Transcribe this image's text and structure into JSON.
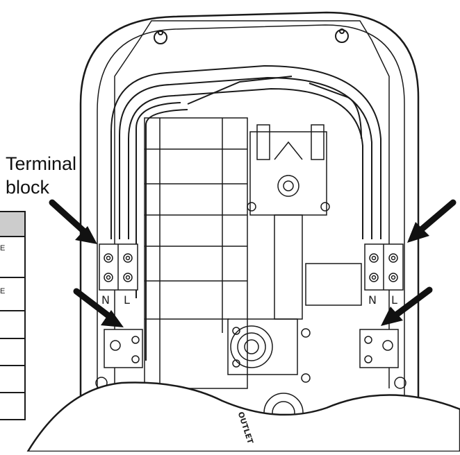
{
  "callout": {
    "text": "Terminal\nblock"
  },
  "unit_labels": {
    "left_n": "N",
    "left_l": "L",
    "right_n": "N",
    "right_l": "L",
    "outlet": "OUTLET"
  },
  "table": {
    "row_letters": [
      "E",
      "E"
    ]
  },
  "arrows_count": 4,
  "colors": {
    "line": "#1a1a1a",
    "fill": "#ffffff",
    "table_header": "#cccccc"
  }
}
